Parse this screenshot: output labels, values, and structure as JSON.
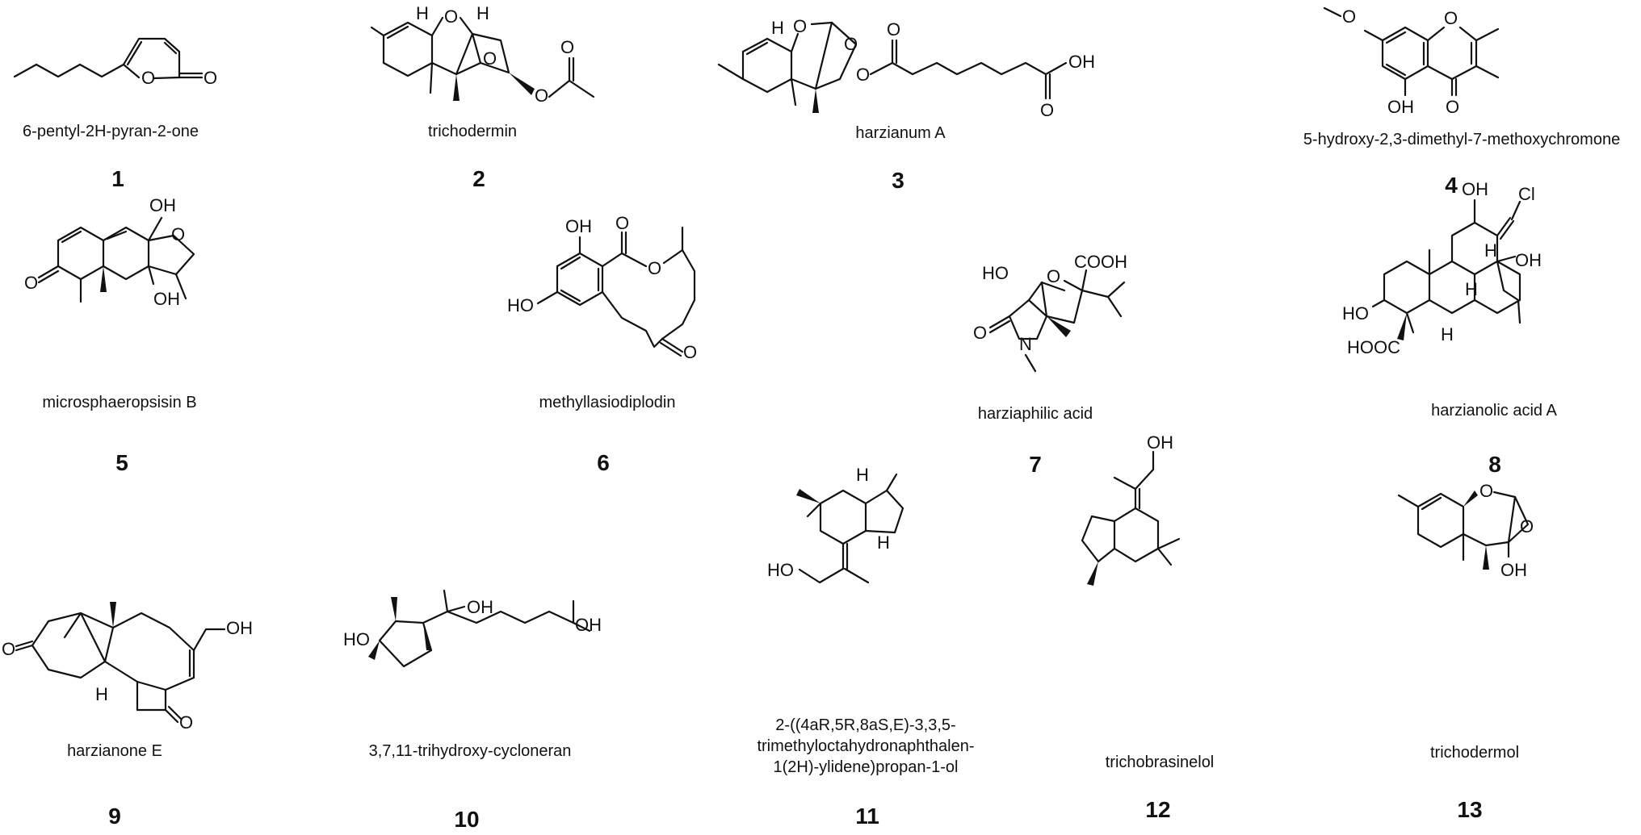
{
  "compounds": [
    {
      "number": "1",
      "name": "6-pentyl-2H-pyran-2-one"
    },
    {
      "number": "2",
      "name": "trichodermin"
    },
    {
      "number": "3",
      "name": "harzianum A"
    },
    {
      "number": "4",
      "name": "5-hydroxy-2,3-dimethyl-7-methoxychromone"
    },
    {
      "number": "5",
      "name": "microsphaeropsisin B"
    },
    {
      "number": "6",
      "name": "methyllasiodiplodin"
    },
    {
      "number": "7",
      "name": "harziaphilic acid"
    },
    {
      "number": "8",
      "name": "harzianolic acid A"
    },
    {
      "number": "9",
      "name": "harzianone E"
    },
    {
      "number": "10",
      "name": "3,7,11-trihydroxy-cycloneran"
    },
    {
      "number": "11",
      "name": "2-((4aR,5R,8aS,E)-3,3,5-trimethyloctahydronaphthalen-1(2H)-ylidene)propan-1-ol"
    },
    {
      "number": "12",
      "name": "trichobrasinelol"
    },
    {
      "number": "13",
      "name": "trichodermol"
    }
  ],
  "atom_labels": {
    "O": "O",
    "OH": "OH",
    "HO": "HO",
    "H": "H",
    "N": "N",
    "Cl": "Cl",
    "COOH": "COOH",
    "HOOC": "HOOC",
    "Me_O": "O"
  }
}
